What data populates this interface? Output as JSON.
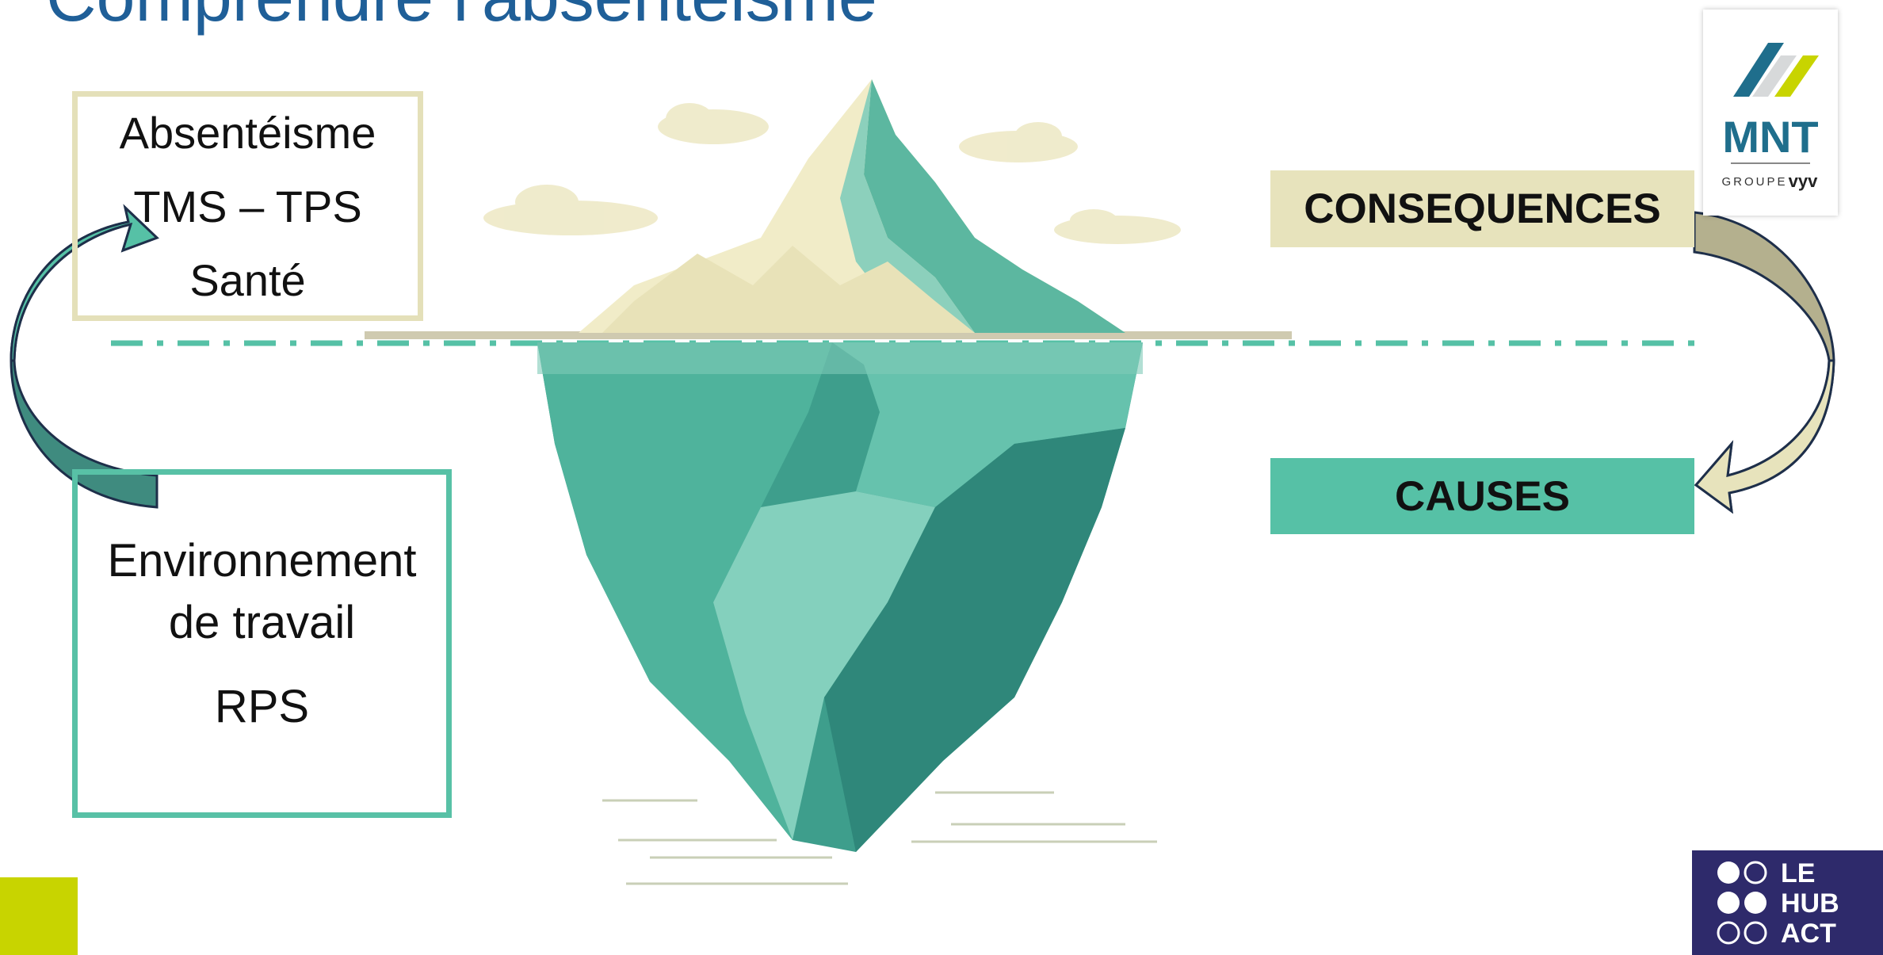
{
  "slide": {
    "title": "Comprendre l'absentéisme"
  },
  "consequences_box": {
    "lines": [
      "Absentéisme",
      "TMS – TPS",
      "Santé"
    ]
  },
  "causes_box": {
    "lines": [
      "Environnement",
      "de travail",
      "RPS"
    ]
  },
  "labels": {
    "consequences": "CONSEQUENCES",
    "causes": "CAUSES"
  },
  "logos": {
    "mnt": {
      "name": "MNT",
      "tagline_prefix": "GROUPE",
      "tagline_brand": "vyv"
    },
    "hub": {
      "lines": [
        "LE",
        "HUB",
        "ACT"
      ]
    }
  },
  "colors": {
    "title": "#1f5f98",
    "teal": "#56c1a6",
    "dark_teal": "#3f8b7f",
    "sand": "#e7e3bc",
    "olive": "#b4b08e",
    "navy": "#2e2a6b",
    "lime": "#c8d400",
    "mnt_blue": "#1f6e8c"
  },
  "icons": [
    "iceberg-illustration",
    "curved-arrow-left",
    "curved-arrow-right",
    "mnt-logo",
    "le-hub-act-logo"
  ]
}
